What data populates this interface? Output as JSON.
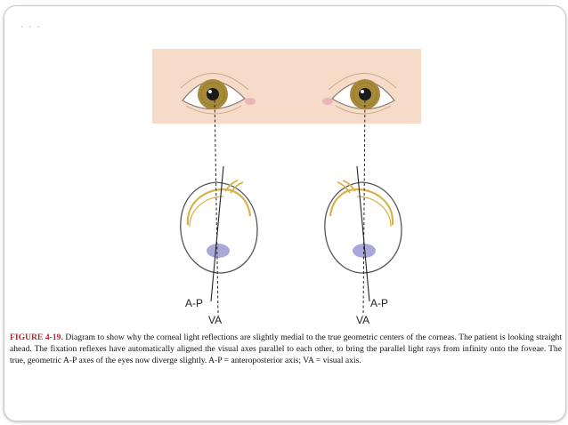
{
  "figure": {
    "labels": {
      "left_ap": "A-P",
      "left_va": "VA",
      "right_ap": "A-P",
      "right_va": "VA"
    },
    "colors": {
      "face_band": "#f6dcc8",
      "iris": "#a7893a",
      "pupil": "#1a1a1a",
      "lens_rim": "#d8b24a",
      "fovea": "#a9a8d8",
      "caruncle": "#eab4b8"
    }
  },
  "caption": {
    "figure_label": "FIGURE 4-19.",
    "text": "Diagram to show why the corneal light reflections are slightly medial to the true geometric centers of the corneas. The patient is looking straight ahead. The fixation reflexes have automatically aligned the visual axes parallel to each other, to bring the parallel light rays from infinity onto the foveae. The true, geometric A-P axes of the eyes now diverge slightly. A-P = anteroposterior axis; VA = visual axis."
  }
}
